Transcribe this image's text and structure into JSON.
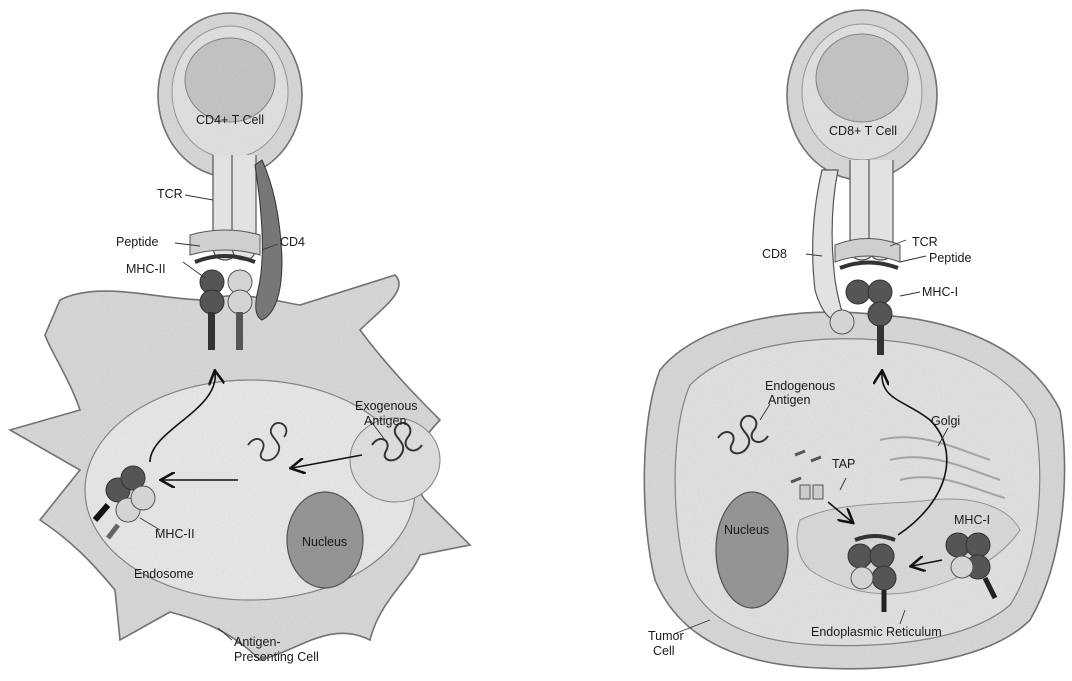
{
  "left_panel": {
    "t_cell": "CD4+ T Cell",
    "tcr": "TCR",
    "peptide": "Peptide",
    "cd4": "CD4",
    "mhc_top": "MHC-II",
    "exogenous_antigen": [
      "Exogenous",
      "Antigen"
    ],
    "mhc_inner": "MHC-II",
    "nucleus": "Nucleus",
    "endosome": "Endosome",
    "apc": [
      "Antigen-",
      "Presenting Cell"
    ]
  },
  "right_panel": {
    "t_cell": "CD8+ T Cell",
    "tcr": "TCR",
    "cd8": "CD8",
    "peptide": "Peptide",
    "mhc_top": "MHC-I",
    "endogenous_antigen": [
      "Endogenous",
      "Antigen"
    ],
    "golgi": "Golgi",
    "tap": "TAP",
    "nucleus": "Nucleus",
    "mhc_inner": "MHC-I",
    "er": "Endoplasmic Reticulum",
    "tumor_cell": [
      "Tumor",
      "Cell"
    ]
  }
}
